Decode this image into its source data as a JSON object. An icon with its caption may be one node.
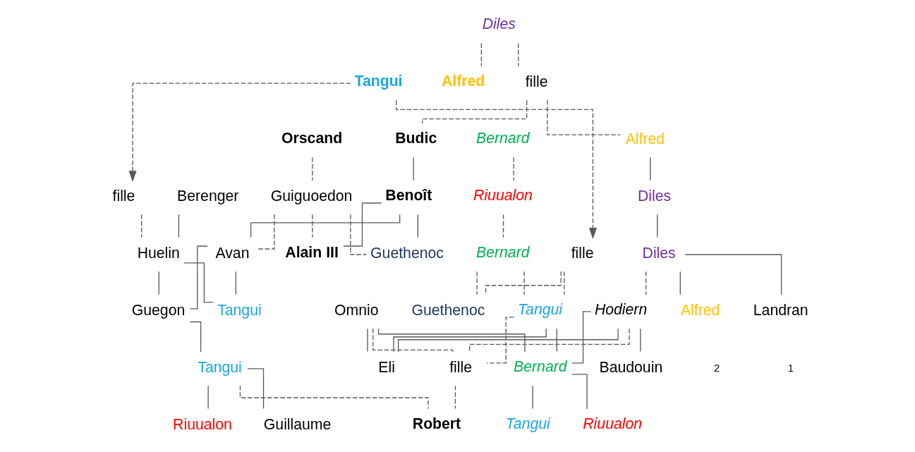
{
  "diagram": {
    "nodes": [
      {
        "text": [
          "Diles"
        ]
      },
      {
        "text": [
          "Tangui"
        ]
      },
      {
        "text": [
          "fille"
        ]
      },
      {
        "text": [
          "Alfred"
        ]
      },
      {
        "text": [
          "Budic"
        ]
      },
      {
        "text": [
          "Orscand"
        ]
      },
      {
        "text": [
          "Bernard"
        ]
      },
      {
        "text": [
          "Alfred"
        ]
      },
      {
        "text": [
          "Berenger"
        ]
      },
      {
        "text": [
          "fille"
        ]
      },
      {
        "text": [
          "Benoît"
        ]
      },
      {
        "text": [
          "Guiguoedon"
        ]
      },
      {
        "text": [
          "Riuualon"
        ]
      },
      {
        "text": [
          "Diles"
        ]
      },
      {
        "text": [
          "Huelin"
        ]
      },
      {
        "text": [
          "Avan"
        ]
      },
      {
        "text": [
          "Alain III"
        ]
      },
      {
        "text": [
          "Guethenoc"
        ]
      },
      {
        "text": [
          "fille"
        ]
      },
      {
        "text": [
          "Bernard"
        ]
      },
      {
        "text": [
          "Diles"
        ]
      },
      {
        "text": [
          "Tangui"
        ]
      },
      {
        "text": [
          "Guegon"
        ]
      },
      {
        "text": [
          "Omnio"
        ]
      },
      {
        "text": [
          "Tangui"
        ]
      },
      {
        "text": [
          "Guethenoc"
        ]
      },
      {
        "text": [
          "Hodiern"
        ]
      },
      {
        "text": [
          "Alfred"
        ]
      },
      {
        "text": [
          "Landran"
        ]
      },
      {
        "text": [
          "Tangui"
        ]
      },
      {
        "text": [
          "fille"
        ]
      },
      {
        "text": [
          "Bernard"
        ]
      },
      {
        "text": [
          "Eli"
        ]
      },
      {
        "text": [
          "Baudouin"
        ]
      },
      {
        "text": [
          "Guillaume"
        ]
      },
      {
        "text": [
          "Riuualon"
        ]
      },
      {
        "text": [
          "Robert"
        ]
      },
      {
        "text": [
          "Tangui"
        ]
      },
      {
        "text": [
          "Riuualon"
        ]
      }
    ],
    "edges": [
      {
        "from": 0,
        "to": 2,
        "arrow": "none",
        "style": "dashed"
      },
      {
        "from": 0,
        "to": 3,
        "arrow": "none",
        "style": "dashed"
      },
      {
        "from": 2,
        "to": 4,
        "arrow": "none",
        "style": "dashed"
      },
      {
        "from": 2,
        "to": 7,
        "arrow": "none",
        "style": "dashed"
      },
      {
        "from": 1,
        "to": 9,
        "arrow": "to",
        "style": "dashed"
      },
      {
        "from": 1,
        "to": 18,
        "arrow": "to",
        "style": "dashed"
      },
      {
        "from": 4,
        "to": 10,
        "arrow": "none"
      },
      {
        "from": 5,
        "to": 11,
        "arrow": "none",
        "style": "dashed"
      },
      {
        "from": 6,
        "to": 12,
        "arrow": "none",
        "style": "dashed"
      },
      {
        "from": 7,
        "to": 13,
        "arrow": "none"
      },
      {
        "from": 8,
        "to": 14,
        "arrow": "none"
      },
      {
        "from": 9,
        "to": 14,
        "arrow": "none",
        "style": "dashed"
      },
      {
        "from": 10,
        "to": 15,
        "arrow": "none"
      },
      {
        "from": 10,
        "to": 16,
        "arrow": "none"
      },
      {
        "from": 10,
        "to": 17,
        "arrow": "none"
      },
      {
        "from": 11,
        "to": 15,
        "arrow": "none",
        "style": "dashed"
      },
      {
        "from": 11,
        "to": 16,
        "arrow": "none",
        "style": "dashed"
      },
      {
        "from": 11,
        "to": 17,
        "arrow": "none",
        "style": "dashed"
      },
      {
        "from": 12,
        "to": 19,
        "arrow": "none",
        "style": "dashed"
      },
      {
        "from": 13,
        "to": 20,
        "arrow": "none"
      },
      {
        "from": 14,
        "to": 21,
        "arrow": "none"
      },
      {
        "from": 14,
        "to": 22,
        "arrow": "none"
      },
      {
        "from": 15,
        "to": 21,
        "arrow": "none"
      },
      {
        "from": 15,
        "to": 22,
        "arrow": "none"
      },
      {
        "from": 18,
        "to": 24,
        "arrow": "none",
        "style": "dashed"
      },
      {
        "from": 18,
        "to": 25,
        "arrow": "none",
        "style": "dashed"
      },
      {
        "from": 19,
        "to": 24,
        "arrow": "none",
        "style": "dashed"
      },
      {
        "from": 19,
        "to": 25,
        "arrow": "none",
        "style": "dashed"
      },
      {
        "from": 20,
        "to": 26,
        "arrow": "none",
        "style": "dashed"
      },
      {
        "from": 20,
        "to": 27,
        "arrow": "none"
      },
      {
        "from": 20,
        "to": 28,
        "arrow": "none"
      },
      {
        "from": 22,
        "to": 29,
        "arrow": "none"
      },
      {
        "from": 23,
        "to": 30,
        "arrow": "none",
        "style": "dashed"
      },
      {
        "from": 23,
        "to": 31,
        "arrow": "none"
      },
      {
        "from": 23,
        "to": 32,
        "arrow": "none"
      },
      {
        "from": 24,
        "to": 30,
        "arrow": "none",
        "style": "dashed"
      },
      {
        "from": 24,
        "to": 31,
        "arrow": "none"
      },
      {
        "from": 24,
        "to": 32,
        "arrow": "none"
      },
      {
        "from": 26,
        "to": 30,
        "arrow": "none",
        "style": "dashed"
      },
      {
        "from": 26,
        "to": 31,
        "arrow": "none"
      },
      {
        "from": 26,
        "to": 32,
        "arrow": "none"
      },
      {
        "from": 26,
        "to": 33,
        "arrow": "none"
      },
      {
        "from": 29,
        "to": 34,
        "arrow": "none"
      },
      {
        "from": 29,
        "to": 35,
        "arrow": "none"
      },
      {
        "from": 29,
        "to": 36,
        "arrow": "none",
        "style": "dashed"
      },
      {
        "from": 30,
        "to": 36,
        "arrow": "none",
        "style": "dashed"
      },
      {
        "from": 31,
        "to": 37,
        "arrow": "none"
      },
      {
        "from": 31,
        "to": 38,
        "arrow": "none"
      }
    ],
    "labels": [
      "2",
      "1"
    ]
  }
}
